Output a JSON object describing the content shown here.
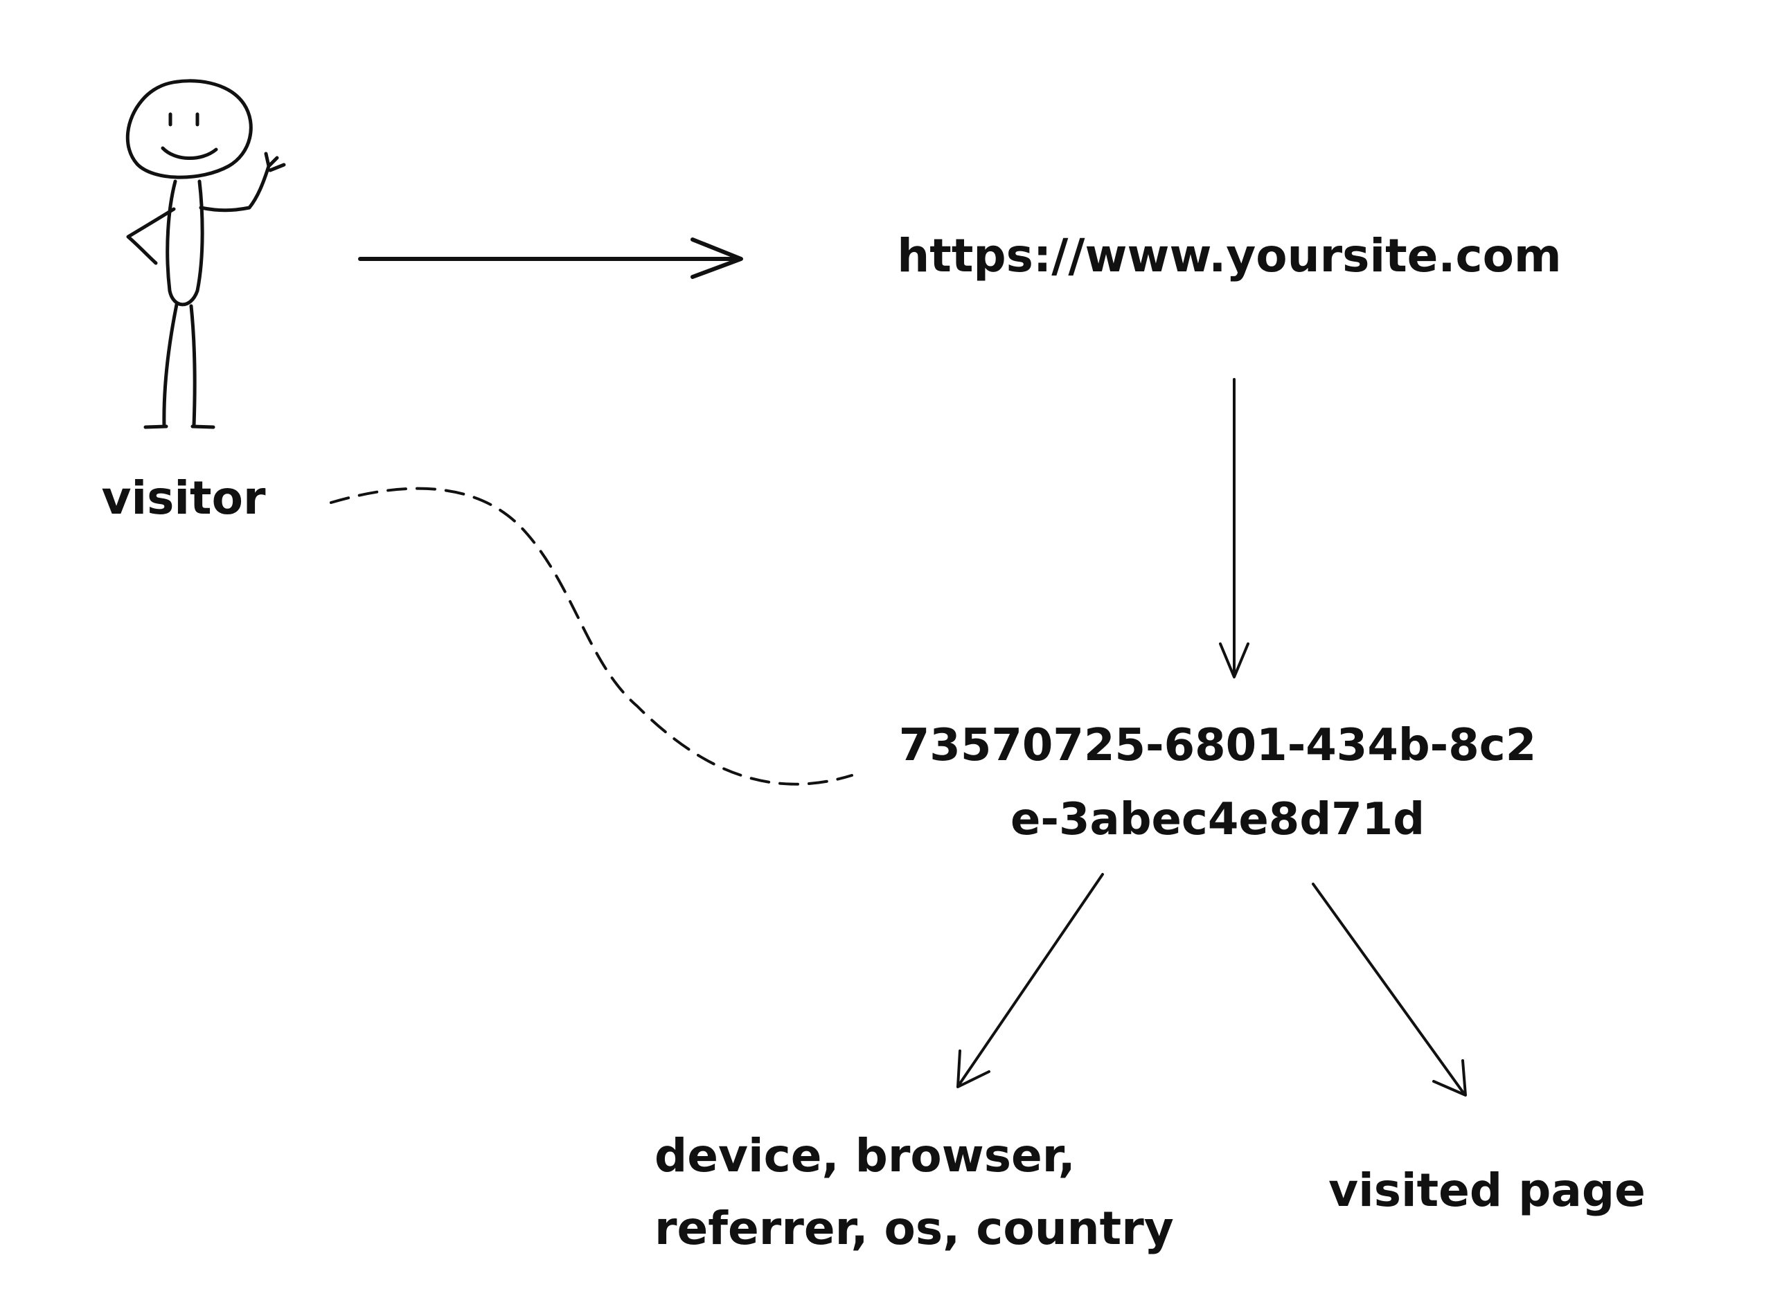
{
  "nodes": {
    "visitor": {
      "label": "visitor",
      "icon": "stick-figure-icon"
    },
    "site_url": {
      "label": "https://www.yoursite.com"
    },
    "visitor_id": {
      "line1": "73570725-6801-434b-8c2",
      "line2": "e-3abec4e8d71d"
    },
    "attributes": {
      "line1": "device, browser,",
      "line2": "referrer, os, country"
    },
    "visited_page": {
      "label": "visited page"
    }
  },
  "edges": [
    {
      "from": "visitor",
      "to": "site_url",
      "style": "solid-arrow"
    },
    {
      "from": "site_url",
      "to": "visitor_id",
      "style": "solid-arrow"
    },
    {
      "from": "visitor",
      "to": "visitor_id",
      "style": "dashed"
    },
    {
      "from": "visitor_id",
      "to": "attributes",
      "style": "solid-arrow"
    },
    {
      "from": "visitor_id",
      "to": "visited_page",
      "style": "solid-arrow"
    }
  ],
  "colors": {
    "ink": "#111111",
    "background": "#ffffff"
  }
}
